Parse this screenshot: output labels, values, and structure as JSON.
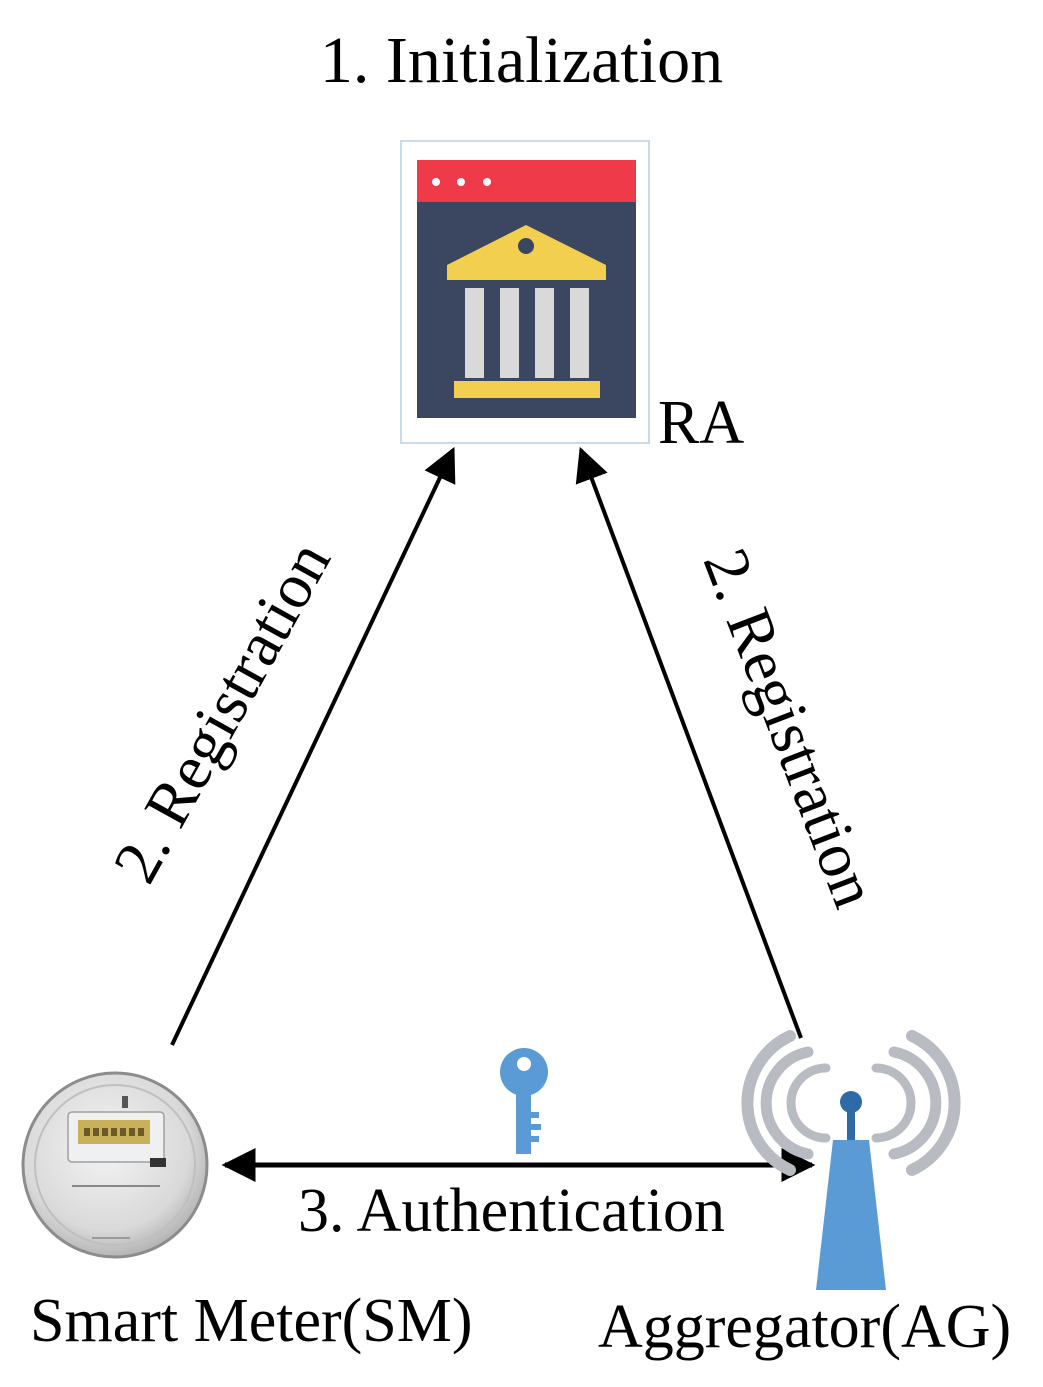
{
  "diagram": {
    "title": "1. Initialization",
    "nodes": {
      "ra": {
        "label": "RA",
        "icon": "government-building-icon"
      },
      "smart_meter": {
        "label": "Smart Meter(SM)",
        "icon": "smart-meter-icon"
      },
      "aggregator": {
        "label": "Aggregator(AG)",
        "icon": "antenna-tower-icon"
      }
    },
    "edges": {
      "sm_to_ra": {
        "label": "2. Registration"
      },
      "ag_to_ra": {
        "label": "2. Registration"
      },
      "sm_ag": {
        "label": "3. Authentication",
        "icon": "key-icon"
      }
    },
    "colors": {
      "ra_header": "#ef3b49",
      "ra_body": "#3b4661",
      "building": "#f2cf4f",
      "columns": "#d9d9d9",
      "key": "#5b9bd5",
      "tower": "#5b9bd5",
      "radio_waves": "#b8bcc2"
    }
  }
}
